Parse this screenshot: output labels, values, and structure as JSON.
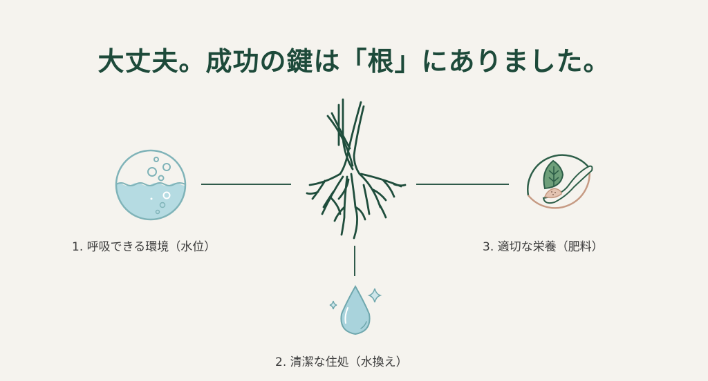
{
  "title": "大丈夫。成功の鍵は「根」にありました。",
  "center": {
    "icon": "roots-icon"
  },
  "items": [
    {
      "label": "1. 呼吸できる環境（水位）",
      "icon": "water-level-bubbles-icon"
    },
    {
      "label": "2. 清潔な住処（水換え）",
      "icon": "water-drop-sparkle-icon"
    },
    {
      "label": "3. 適切な栄養（肥料）",
      "icon": "leaf-spoon-fertilizer-icon"
    }
  ],
  "colors": {
    "background": "#f5f3ee",
    "title": "#1d4a3a",
    "root": "#1f4d3c",
    "water": "#a9d3dc",
    "water_stroke": "#6fa7ad",
    "leaf": "#4e8a60",
    "earth": "#c69a83"
  }
}
